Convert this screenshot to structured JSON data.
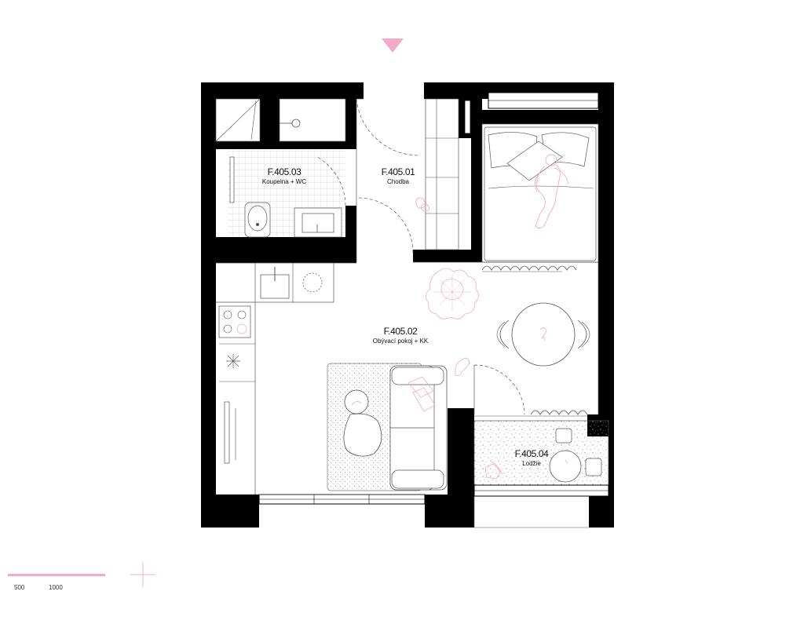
{
  "rooms": [
    {
      "code": "F.405.03",
      "name": "Koupelna + WC"
    },
    {
      "code": "F.405.01",
      "name": "Chodba"
    },
    {
      "code": "F.405.02",
      "name": "Obývací pokoj + KK"
    },
    {
      "code": "F.405.04",
      "name": "Lodžie"
    }
  ],
  "scale": {
    "label_a": "500",
    "label_b": "1000"
  },
  "colors": {
    "wall": "#000000",
    "accent": "#f4a9c8",
    "line": "#555555",
    "tile": "#cfcfcf"
  },
  "icons": {
    "north": "north-arrow-icon",
    "crosshair": "crosshair-icon"
  }
}
